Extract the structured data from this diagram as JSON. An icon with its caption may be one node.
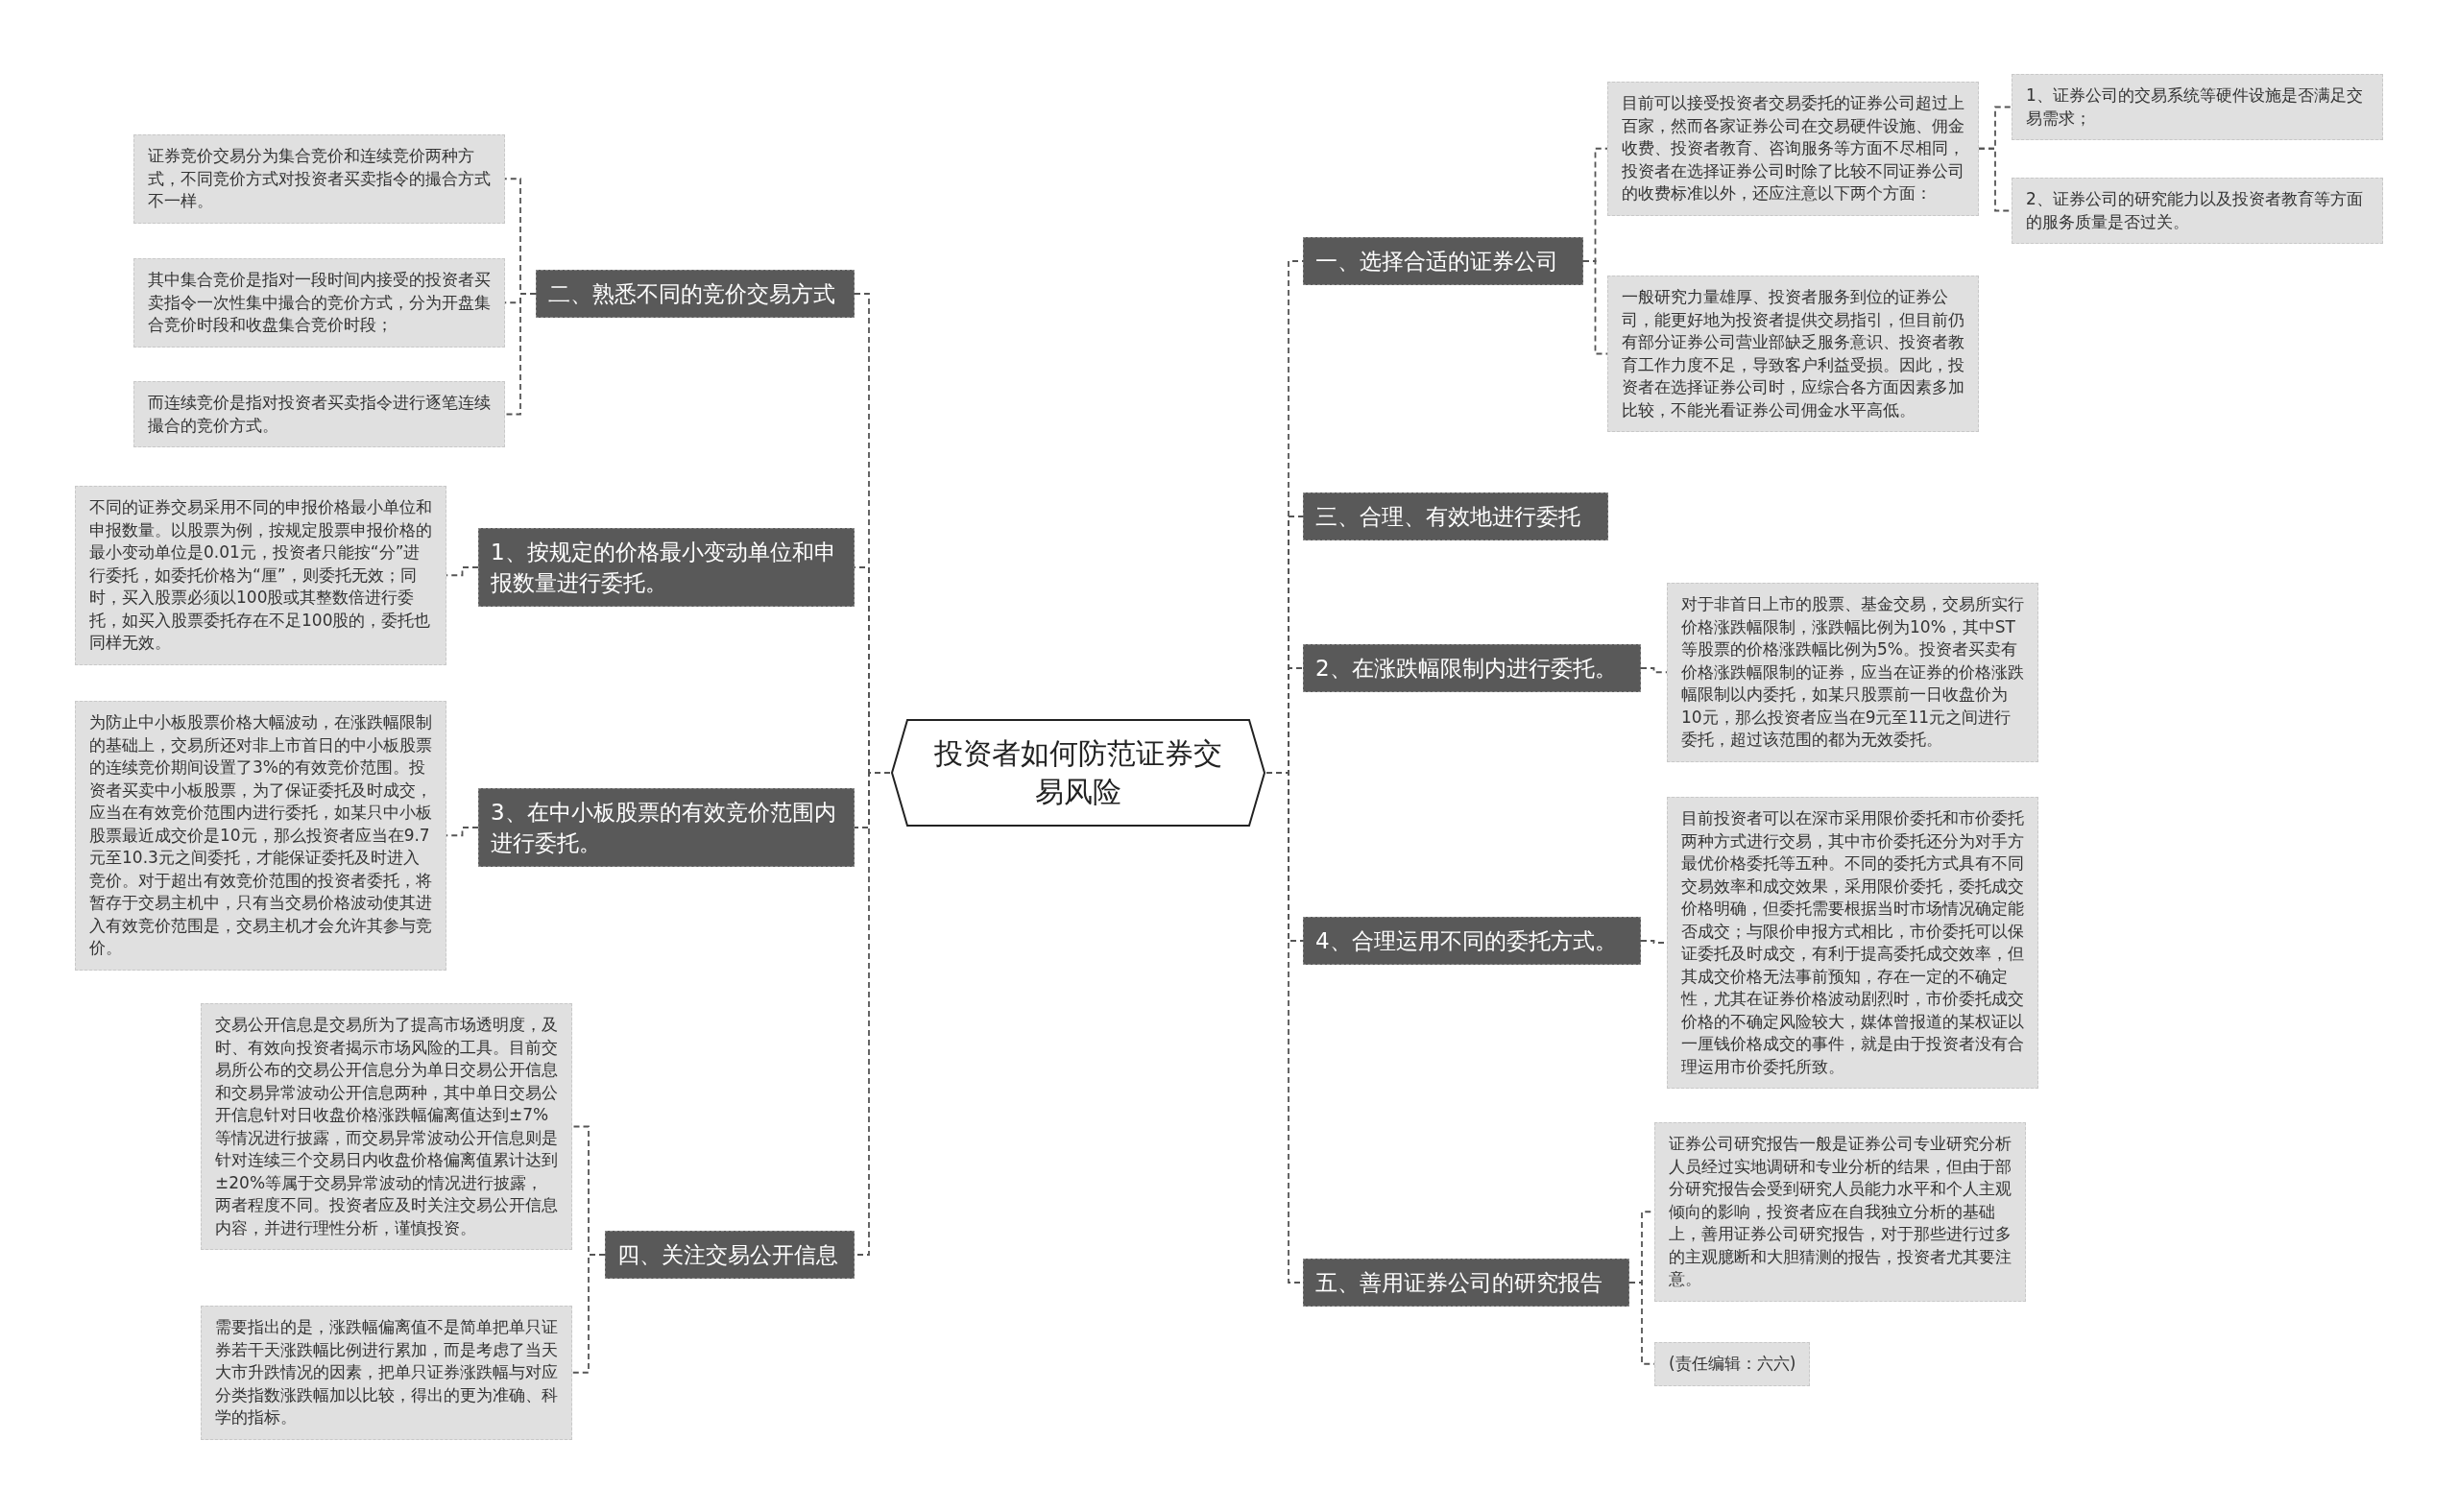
{
  "diagram": {
    "nodes": [
      {
        "text": [
          "投资者如何防范证券交易风险"
        ]
      },
      {
        "text": [
          "二、熟悉不同的竞价交易方式"
        ]
      },
      {
        "text": [
          "证券竞价交易分为集合竞价和连续竞价两种方式，不同竞价方式对投资者买卖指令的撮合方式不一样。"
        ]
      },
      {
        "text": [
          "其中集合竞价是指对一段时间内接受的投资者买卖指令一次性集中撮合的竞价方式，分为开盘集合竞价时段和收盘集合竞价时段；"
        ]
      },
      {
        "text": [
          "而连续竞价是指对投资者买卖指令进行逐笔连续撮合的竞价方式。"
        ]
      },
      {
        "text": [
          "1、按规定的价格最小变动单位和申报数量进行委托。"
        ]
      },
      {
        "text": [
          "不同的证券交易采用不同的申报价格最小单位和申报数量。以股票为例，按规定股票申报价格的最小变动单位是0.01元，投资者只能按“分”进行委托，如委托价格为“厘”，则委托无效；同时，买入股票必须以100股或其整数倍进行委托，如买入股票委托存在不足100股的，委托也同样无效。"
        ]
      },
      {
        "text": [
          "3、在中小板股票的有效竞价范围内进行委托。"
        ]
      },
      {
        "text": [
          "为防止中小板股票价格大幅波动，在涨跌幅限制的基础上，交易所还对非上市首日的中小板股票的连续竞价期间设置了3%的有效竞价范围。投资者买卖中小板股票，为了保证委托及时成交，应当在有效竞价范围内进行委托，如某只中小板股票最近成交价是10元，那么投资者应当在9.7元至10.3元之间委托，才能保证委托及时进入竞价。对于超出有效竞价范围的投资者委托，将暂存于交易主机中，只有当交易价格波动使其进入有效竞价范围是，交易主机才会允许其参与竞价。"
        ]
      },
      {
        "text": [
          "四、关注交易公开信息"
        ]
      },
      {
        "text": [
          "交易公开信息是交易所为了提高市场透明度，及时、有效向投资者揭示市场风险的工具。目前交易所公布的交易公开信息分为单日交易公开信息和交易异常波动公开信息两种，其中单日交易公开信息针对日收盘价格涨跌幅偏离值达到±7%等情况进行披露，而交易异常波动公开信息则是针对连续三个交易日内收盘价格偏离值累计达到±20%等属于交易异常波动的情况进行披露，两者程度不同。投资者应及时关注交易公开信息内容，并进行理性分析，谨慎投资。"
        ]
      },
      {
        "text": [
          "需要指出的是，涨跌幅偏离值不是简单把单只证券若干天涨跌幅比例进行累加，而是考虑了当天大市升跌情况的因素，把单只证券涨跌幅与对应分类指数涨跌幅加以比较，得出的更为准确、科学的指标。"
        ]
      },
      {
        "text": [
          "一、选择合适的证券公司"
        ]
      },
      {
        "text": [
          "目前可以接受投资者交易委托的证券公司超过上百家，然而各家证券公司在交易硬件设施、佣金收费、投资者教育、咨询服务等方面不尽相同，投资者在选择证券公司时除了比较不同证券公司的收费标准以外，还应注意以下两个方面："
        ]
      },
      {
        "text": [
          "1、证券公司的交易系统等硬件设施是否满足交易需求；"
        ]
      },
      {
        "text": [
          "2、证券公司的研究能力以及投资者教育等方面的服务质量是否过关。"
        ]
      },
      {
        "text": [
          "一般研究力量雄厚、投资者服务到位的证券公司，能更好地为投资者提供交易指引，但目前仍有部分证券公司营业部缺乏服务意识、投资者教育工作力度不足，导致客户利益受损。因此，投资者在选择证券公司时，应综合各方面因素多加比较，不能光看证券公司佣金水平高低。"
        ]
      },
      {
        "text": [
          "三、合理、有效地进行委托"
        ]
      },
      {
        "text": [
          "2、在涨跌幅限制内进行委托。"
        ]
      },
      {
        "text": [
          "对于非首日上市的股票、基金交易，交易所实行价格涨跌幅限制，涨跌幅比例为10%，其中ST等股票的价格涨跌幅比例为5%。投资者买卖有价格涨跌幅限制的证券，应当在证券的价格涨跌幅限制以内委托，如某只股票前一日收盘价为10元，那么投资者应当在9元至11元之间进行委托，超过该范围的都为无效委托。"
        ]
      },
      {
        "text": [
          "4、合理运用不同的委托方式。"
        ]
      },
      {
        "text": [
          "目前投资者可以在深市采用限价委托和市价委托两种方式进行交易，其中市价委托还分为对手方最优价格委托等五种。不同的委托方式具有不同交易效率和成交效果，采用限价委托，委托成交价格明确，但委托需要根据当时市场情况确定能否成交；与限价申报方式相比，市价委托可以保证委托及时成交，有利于提高委托成交效率，但其成交价格无法事前预知，存在一定的不确定性，尤其在证券价格波动剧烈时，市价委托成交价格的不确定风险较大，媒体曾报道的某权证以一厘钱价格成交的事件，就是由于投资者没有合理运用市价委托所致。"
        ]
      },
      {
        "text": [
          "五、善用证券公司的研究报告"
        ]
      },
      {
        "text": [
          "证券公司研究报告一般是证券公司专业研究分析人员经过实地调研和专业分析的结果，但由于部分研究报告会受到研究人员能力水平和个人主观倾向的影响，投资者应在自我独立分析的基础上，善用证券公司研究报告，对于那些进行过多的主观臆断和大胆猜测的报告，投资者尤其要注意。"
        ]
      },
      {
        "text": [
          "(责任编辑：六六)"
        ]
      }
    ],
    "edges": [
      {
        "from": 0,
        "to": 1,
        "arrow": "none"
      },
      {
        "from": 0,
        "to": 5,
        "arrow": "none"
      },
      {
        "from": 0,
        "to": 7,
        "arrow": "none"
      },
      {
        "from": 0,
        "to": 9,
        "arrow": "none"
      },
      {
        "from": 0,
        "to": 12,
        "arrow": "none"
      },
      {
        "from": 0,
        "to": 17,
        "arrow": "none"
      },
      {
        "from": 0,
        "to": 18,
        "arrow": "none"
      },
      {
        "from": 0,
        "to": 20,
        "arrow": "none"
      },
      {
        "from": 0,
        "to": 22,
        "arrow": "none"
      },
      {
        "from": 1,
        "to": 2,
        "arrow": "none"
      },
      {
        "from": 1,
        "to": 3,
        "arrow": "none"
      },
      {
        "from": 1,
        "to": 4,
        "arrow": "none"
      },
      {
        "from": 5,
        "to": 6,
        "arrow": "none"
      },
      {
        "from": 7,
        "to": 8,
        "arrow": "none"
      },
      {
        "from": 9,
        "to": 10,
        "arrow": "none"
      },
      {
        "from": 9,
        "to": 11,
        "arrow": "none"
      },
      {
        "from": 12,
        "to": 13,
        "arrow": "none"
      },
      {
        "from": 12,
        "to": 16,
        "arrow": "none"
      },
      {
        "from": 13,
        "to": 14,
        "arrow": "none"
      },
      {
        "from": 13,
        "to": 15,
        "arrow": "none"
      },
      {
        "from": 18,
        "to": 19,
        "arrow": "none"
      },
      {
        "from": 20,
        "to": 21,
        "arrow": "none"
      },
      {
        "from": 22,
        "to": 23,
        "arrow": "none"
      },
      {
        "from": 22,
        "to": 24,
        "arrow": "none"
      }
    ]
  }
}
